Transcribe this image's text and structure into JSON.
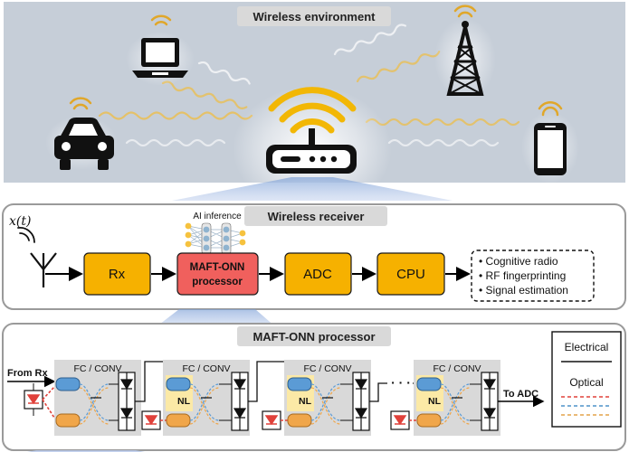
{
  "environment": {
    "title": "Wireless environment",
    "devices": [
      "laptop",
      "cell-tower",
      "car",
      "router",
      "smartphone"
    ]
  },
  "receiver": {
    "title": "Wireless receiver",
    "input_signal": "x(t)",
    "ai_label": "AI inference",
    "blocks": {
      "rx": "Rx",
      "onn_line1": "MAFT-ONN",
      "onn_line2": "processor",
      "adc": "ADC",
      "cpu": "CPU"
    },
    "applications": [
      "• Cognitive radio",
      "• RF fingerprinting",
      "• Signal estimation"
    ]
  },
  "processor": {
    "title": "MAFT-ONN processor",
    "from_label": "From Rx",
    "to_label": "To ADC",
    "layer_label": "FC / CONV",
    "nl_label": "NL",
    "ellipsis": "· · ·",
    "legend": {
      "electrical": "Electrical",
      "optical": "Optical"
    }
  },
  "colors": {
    "environment_bg": "#c6ced8",
    "block_fill": "#f6b100",
    "onn_fill": "#f0605d",
    "stage_bg": "#d9d9d9",
    "nl_fill": "#fbe9a6",
    "optical_red": "#e0413a",
    "optical_blue": "#4f93c9",
    "optical_orange": "#e3a34a"
  }
}
